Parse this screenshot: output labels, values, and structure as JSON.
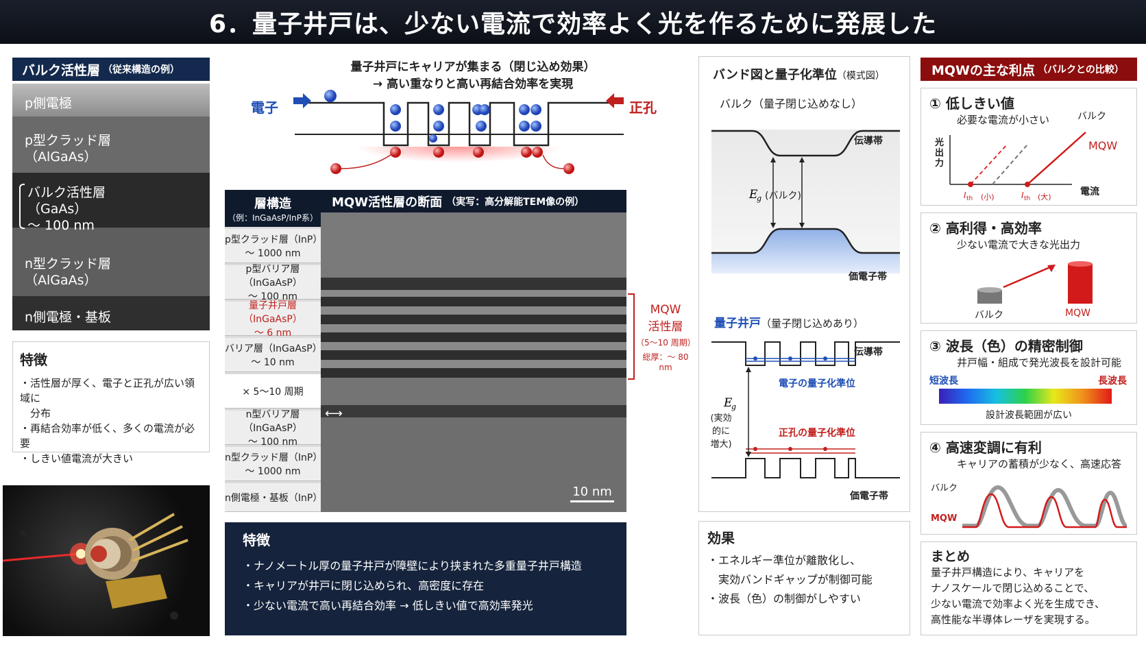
{
  "title": "6．量子井戸は、少ない電流で効率よく光を作るために発展した",
  "bulk": {
    "header": "バルク活性層",
    "header_small": "（従来構造の例）",
    "layers": {
      "p_electrode": "p側電極",
      "p_clad_1": "p型クラッド層",
      "p_clad_2": "（AlGaAs）",
      "active_1": "バルク活性層",
      "active_2": "（GaAs）",
      "active_3": "～ 100 nm",
      "n_clad_1": "n型クラッド層",
      "n_clad_2": "（AlGaAs）",
      "n_electrode": "n側電極・基板"
    },
    "features_title": "特徴",
    "features": [
      "・活性層が厚く、電子と正孔が広い領域に",
      "　分布",
      "・再結合効率が低く、多くの電流が必要",
      "・しきい値電流が大きい"
    ]
  },
  "confinement": {
    "line1": "量子井戸にキャリアが集まる（閉じ込め効果）",
    "line2": "→ 高い重なりと高い再結合効率を実現",
    "electron": "電子",
    "hole": "正孔"
  },
  "stack": {
    "header_1": "層構造",
    "header_2": "（例：InGaAsP/InP系）",
    "cells": [
      {
        "l1": "p型クラッド層（InP）",
        "l2": "～ 1000 nm"
      },
      {
        "l1": "p型バリア層（InGaAsP）",
        "l2": "～ 100 nm"
      },
      {
        "l1": "量子井戸層（InGaAsP）",
        "l2": "～ 6 nm"
      },
      {
        "l1": "バリア層（InGaAsP）",
        "l2": "～ 10 nm"
      },
      {
        "l1": "× 5～10 周期",
        "l2": ""
      },
      {
        "l1": "n型バリア層（InGaAsP）",
        "l2": "～ 100 nm"
      },
      {
        "l1": "n型クラッド層（InP）",
        "l2": "～ 1000 nm"
      },
      {
        "l1": "n側電極・基板（InP）",
        "l2": ""
      }
    ]
  },
  "mqw_tem": {
    "header": "MQW活性層の断面",
    "header_small": "（実写：高分解能TEM像の例）",
    "scale": "10 nm",
    "label_1": "MQW",
    "label_2": "活性層",
    "label_3": "（5～10 周期）",
    "label_4": "総厚：～ 80 nm"
  },
  "mqw_features": {
    "title": "特徴",
    "items": [
      "・ナノメートル厚の量子井戸が障壁により挟まれた多重量子井戸構造",
      "・キャリアが井戸に閉じ込められ、高密度に存在",
      "・少ない電流で高い再結合効率 → 低しきい値で高効率発光"
    ]
  },
  "band": {
    "title": "バンド図と量子化準位",
    "title_small": "（模式図）",
    "bulk_label": "バルク（量子閉じ込めなし）",
    "conduction": "伝導帯",
    "valence": "価電子帯",
    "eg_bulk": "(バルク)",
    "qw_label": "量子井戸",
    "qw_label_small": "（量子閉じ込めあり）",
    "eg_effective_1": "(実効的に",
    "eg_effective_2": "増大)",
    "electron_level": "電子の量子化準位",
    "hole_level": "正孔の量子化準位"
  },
  "effect": {
    "title": "効果",
    "items": [
      "・エネルギー準位が離散化し、",
      "　実効バンドギャップが制御可能",
      "・波長（色）の制御がしやすい"
    ]
  },
  "advantages": {
    "header": "MQWの主な利点",
    "header_small": "（バルクとの比較）",
    "cards": [
      {
        "title": "① 低しきい値",
        "sub": "必要な電流が小さい"
      },
      {
        "title": "② 高利得・高効率",
        "sub": "少ない電流で大きな光出力"
      },
      {
        "title": "③ 波長（色）の精密制御",
        "sub": "井戸幅・組成で発光波長を設計可能"
      },
      {
        "title": "④ 高速変調に有利",
        "sub": "キャリアの蓄積が少なく、高速応答"
      }
    ],
    "chart1": {
      "y": "光出力",
      "x": "電流",
      "bulk": "バルク",
      "mqw": "MQW",
      "ith_small": "(小)",
      "ith_large": "(大)"
    },
    "chart2": {
      "bulk": "バルク",
      "mqw": "MQW"
    },
    "chart3": {
      "short": "短波長",
      "long": "長波長",
      "caption": "設計波長範囲が広い"
    },
    "chart4": {
      "bulk": "バルク",
      "mqw": "MQW"
    },
    "summary_title": "まとめ",
    "summary": [
      "量子井戸構造により、キャリアを",
      "ナノスケールで閉じ込めることで、",
      "少ない電流で効率よく光を生成でき、",
      "高性能な半導体レーザを実現する。"
    ]
  }
}
